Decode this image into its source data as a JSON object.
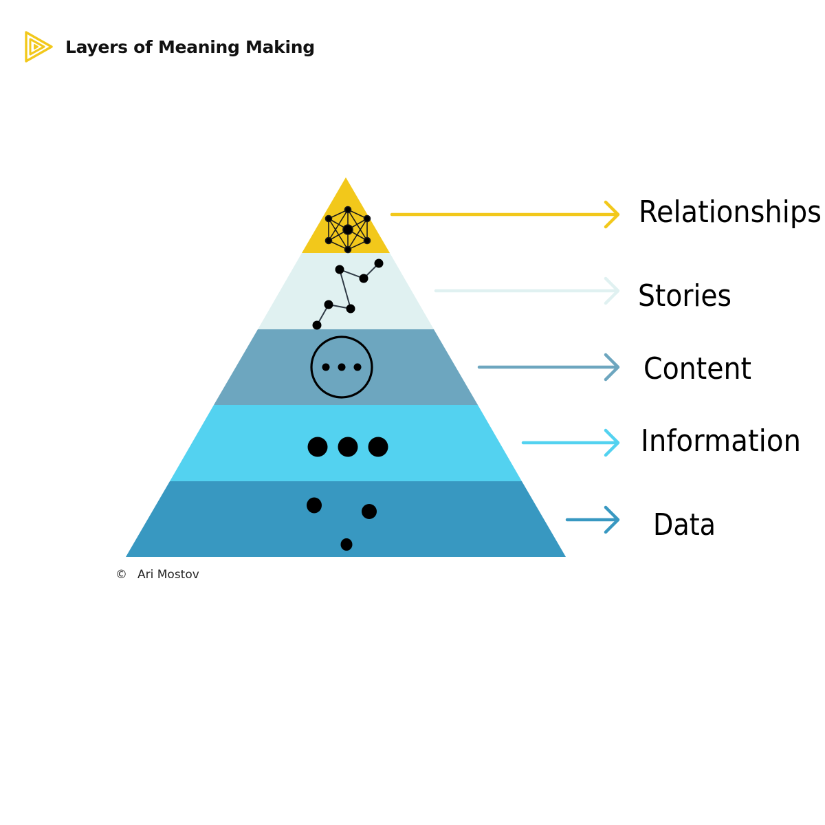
{
  "header": {
    "title": "Layers of Meaning Making",
    "logo_icon": "triangle-play-logo-icon",
    "logo_color": "#F2C81B"
  },
  "pyramid": {
    "layers": [
      {
        "name": "Relationships",
        "label": "Relationships",
        "color": "#F2C81B",
        "arrow_color": "#F2C81B",
        "icon": "network-mesh-icon"
      },
      {
        "name": "Stories",
        "label": "Stories",
        "color": "#E0F1F1",
        "arrow_color": "#E0F1F1",
        "icon": "constellation-path-icon"
      },
      {
        "name": "Content",
        "label": "Content",
        "color": "#6DA6BF",
        "arrow_color": "#6DA6BF",
        "icon": "circled-ellipsis-icon"
      },
      {
        "name": "Information",
        "label": "Information",
        "color": "#53D2F0",
        "arrow_color": "#53D2F0",
        "icon": "three-dots-icon"
      },
      {
        "name": "Data",
        "label": "Data",
        "color": "#3898C1",
        "arrow_color": "#3898C1",
        "icon": "scattered-dots-icon"
      }
    ]
  },
  "credit": {
    "symbol": "©",
    "author": "Ari Mostov"
  }
}
